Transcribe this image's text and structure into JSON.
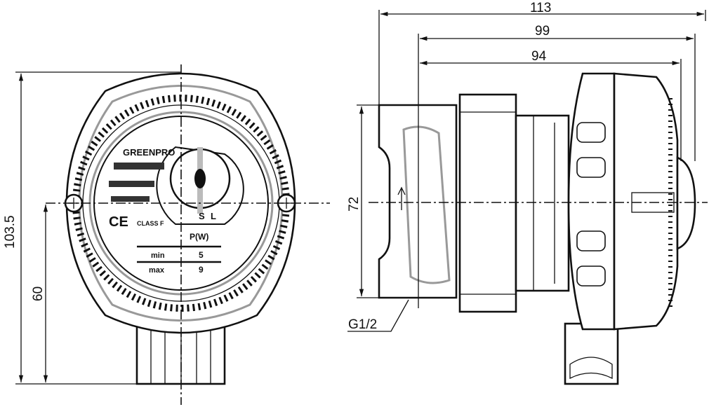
{
  "dimensions": {
    "overall_length": "113",
    "length_99": "99",
    "length_94": "94",
    "height_72": "72",
    "overall_height": "103.5",
    "axis_height": "60",
    "thread": "G1/2"
  },
  "nameplate": {
    "brand": "GREENPRO",
    "ce_mark": "CE",
    "insulation_class": "CLASS F",
    "power_header": "P(W)",
    "rows": [
      {
        "label": "min",
        "value": "5"
      },
      {
        "label": "max",
        "value": "9"
      }
    ],
    "speed_labels": [
      "S",
      "L"
    ]
  },
  "colors": {
    "line": "#111111",
    "shade": "#999999"
  }
}
